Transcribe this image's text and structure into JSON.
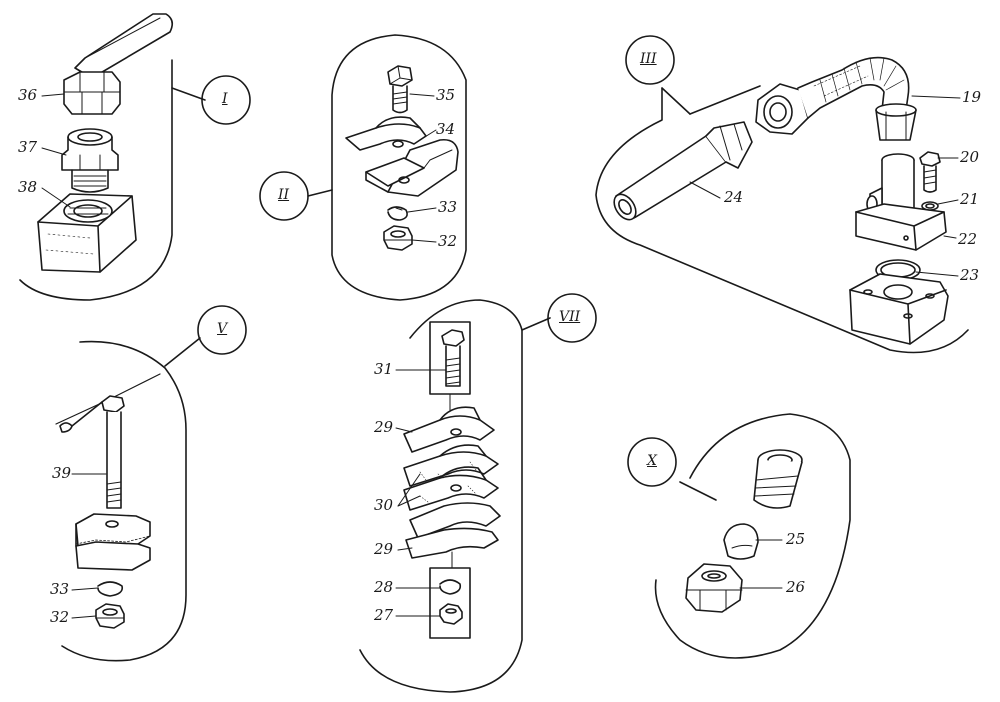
{
  "groups": {
    "I": {
      "numeral": "I"
    },
    "II": {
      "numeral": "II"
    },
    "III": {
      "numeral": "III"
    },
    "V": {
      "numeral": "V"
    },
    "VII": {
      "numeral": "VII"
    },
    "X": {
      "numeral": "X"
    }
  },
  "labels": {
    "p19": "19",
    "p20": "20",
    "p21": "21",
    "p22": "22",
    "p23": "23",
    "p24": "24",
    "p25": "25",
    "p26": "26",
    "p27": "27",
    "p28": "28",
    "p29a": "29",
    "p29b": "29",
    "p30": "30",
    "p31": "31",
    "p32a": "32",
    "p32b": "32",
    "p33a": "33",
    "p33b": "33",
    "p34": "34",
    "p35": "35",
    "p36": "36",
    "p37": "37",
    "p38": "38",
    "p39": "39"
  },
  "colors": {
    "ink": "#1a1a1a",
    "paper": "#ffffff"
  }
}
